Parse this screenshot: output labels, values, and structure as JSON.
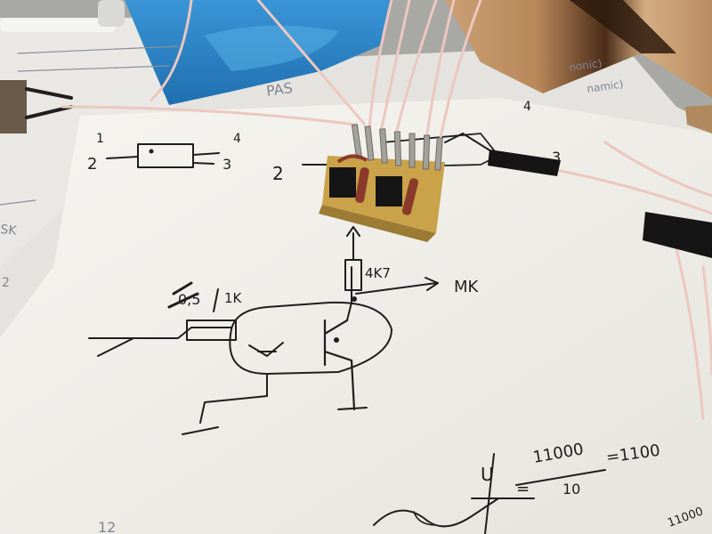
{
  "scene": {
    "description_free": true,
    "colors": {
      "paper": "#f3f1ec",
      "paper_shadow": "#dedbd4",
      "ink": "#1e1e1e",
      "faint_ink": "#8a8f99",
      "wood": "#b88a5e",
      "wood_dark": "#5a3a22",
      "blue_bag": "#2f86c9",
      "pcb": "#c9a24a",
      "wire_pink": "#e9c3bd",
      "connector": "#151515",
      "resistor": "#8a3a2a"
    }
  },
  "handwriting": {
    "pin_1": "1",
    "pin_2": "2",
    "pin_3": "3",
    "pin_4": "4",
    "board_pin_2": "2",
    "board_pin_3": "3",
    "board_pin_4": "4",
    "resistor_top": "4K7",
    "output_label": "MK",
    "resistor_left": "1K",
    "resistor_crossed": "0,5",
    "calc_numerator": "11000",
    "calc_denominator": "10",
    "calc_result": "=1100",
    "calc_rhs": "=",
    "calc_bottom": "U",
    "calc_bottom_right": "11000",
    "margin_text": "12"
  },
  "background_notes": {
    "pas_text": "PAS",
    "text_top_right": "nonic)",
    "text_top_right_2": "namic)",
    "left_edge": "SK",
    "left_edge_2": "2"
  },
  "icons": [
    "optocoupler-symbol",
    "transistor-symbol",
    "arrow-symbol"
  ]
}
